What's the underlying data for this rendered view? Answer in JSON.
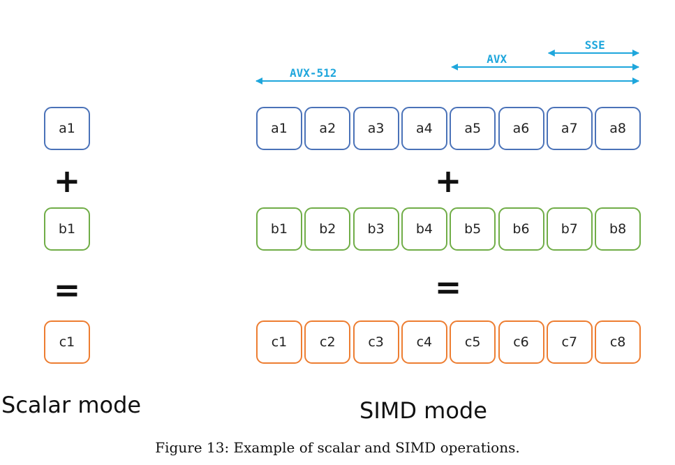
{
  "isa_widths": [
    {
      "label": "SSE",
      "lanes": 2
    },
    {
      "label": "AVX",
      "lanes": 4
    },
    {
      "label": "AVX-512",
      "lanes": 8
    }
  ],
  "scalar": {
    "a": "a1",
    "op_plus": "+",
    "b": "b1",
    "op_equals": "=",
    "c": "c1",
    "mode_label": "Scalar mode"
  },
  "simd": {
    "a": [
      "a1",
      "a2",
      "a3",
      "a4",
      "a5",
      "a6",
      "a7",
      "a8"
    ],
    "op_plus": "+",
    "b": [
      "b1",
      "b2",
      "b3",
      "b4",
      "b5",
      "b6",
      "b7",
      "b8"
    ],
    "op_equals": "=",
    "c": [
      "c1",
      "c2",
      "c3",
      "c4",
      "c5",
      "c6",
      "c7",
      "c8"
    ],
    "mode_label": "SIMD mode"
  },
  "caption": "Figure 13: Example of scalar and SIMD operations.",
  "colors": {
    "a_border": "#4a72b8",
    "b_border": "#70ad47",
    "c_border": "#ed7d31",
    "arrow": "#1ea6dc"
  }
}
